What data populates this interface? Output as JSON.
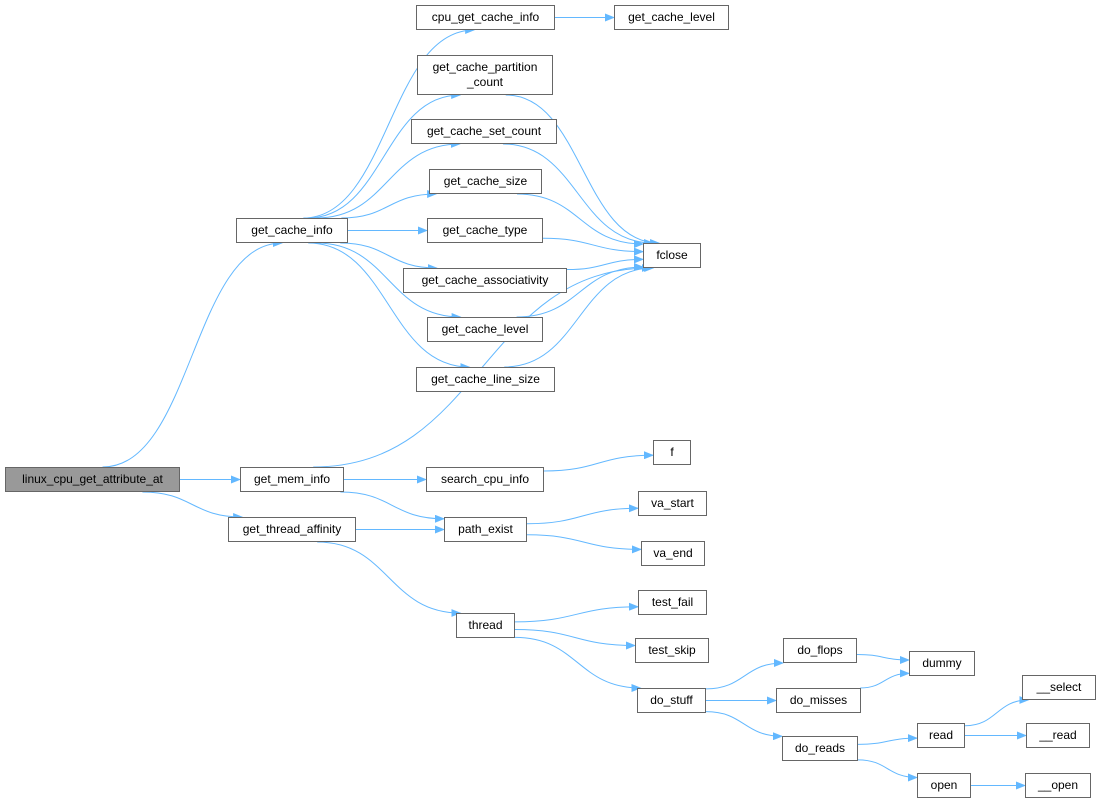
{
  "colors": {
    "edge": "#63b8ff",
    "root_fill": "#999999",
    "node_border": "#666666"
  },
  "nodes": [
    {
      "id": "linux_cpu_get_attribute_at",
      "label": "linux_cpu_get_attribute_at",
      "root": true
    },
    {
      "id": "get_cache_info",
      "label": "get_cache_info"
    },
    {
      "id": "cpu_get_cache_info",
      "label": "cpu_get_cache_info"
    },
    {
      "id": "get_cache_level_a",
      "label": "get_cache_level"
    },
    {
      "id": "get_cache_partition_count",
      "label": "get_cache_partition\n_count"
    },
    {
      "id": "get_cache_set_count",
      "label": "get_cache_set_count"
    },
    {
      "id": "get_cache_size",
      "label": "get_cache_size"
    },
    {
      "id": "get_cache_type",
      "label": "get_cache_type"
    },
    {
      "id": "get_cache_associativity",
      "label": "get_cache_associativity"
    },
    {
      "id": "get_cache_level_b",
      "label": "get_cache_level"
    },
    {
      "id": "get_cache_line_size",
      "label": "get_cache_line_size"
    },
    {
      "id": "fclose",
      "label": "fclose"
    },
    {
      "id": "get_mem_info",
      "label": "get_mem_info"
    },
    {
      "id": "search_cpu_info",
      "label": "search_cpu_info"
    },
    {
      "id": "f",
      "label": "f"
    },
    {
      "id": "get_thread_affinity",
      "label": "get_thread_affinity"
    },
    {
      "id": "path_exist",
      "label": "path_exist"
    },
    {
      "id": "va_start",
      "label": "va_start"
    },
    {
      "id": "va_end",
      "label": "va_end"
    },
    {
      "id": "thread",
      "label": "thread"
    },
    {
      "id": "test_fail",
      "label": "test_fail"
    },
    {
      "id": "test_skip",
      "label": "test_skip"
    },
    {
      "id": "do_stuff",
      "label": "do_stuff"
    },
    {
      "id": "do_flops",
      "label": "do_flops"
    },
    {
      "id": "do_misses",
      "label": "do_misses"
    },
    {
      "id": "dummy",
      "label": "dummy"
    },
    {
      "id": "do_reads",
      "label": "do_reads"
    },
    {
      "id": "read",
      "label": "read"
    },
    {
      "id": "__select",
      "label": "__select"
    },
    {
      "id": "__read",
      "label": "__read"
    },
    {
      "id": "open",
      "label": "open"
    },
    {
      "id": "__open",
      "label": "__open"
    }
  ],
  "edges": [
    [
      "linux_cpu_get_attribute_at",
      "get_cache_info"
    ],
    [
      "linux_cpu_get_attribute_at",
      "get_mem_info"
    ],
    [
      "linux_cpu_get_attribute_at",
      "get_thread_affinity"
    ],
    [
      "get_cache_info",
      "cpu_get_cache_info"
    ],
    [
      "get_cache_info",
      "get_cache_partition_count"
    ],
    [
      "get_cache_info",
      "get_cache_set_count"
    ],
    [
      "get_cache_info",
      "get_cache_size"
    ],
    [
      "get_cache_info",
      "get_cache_type"
    ],
    [
      "get_cache_info",
      "get_cache_associativity"
    ],
    [
      "get_cache_info",
      "get_cache_level_b"
    ],
    [
      "get_cache_info",
      "get_cache_line_size"
    ],
    [
      "cpu_get_cache_info",
      "get_cache_level_a"
    ],
    [
      "get_cache_partition_count",
      "fclose"
    ],
    [
      "get_cache_set_count",
      "fclose"
    ],
    [
      "get_cache_size",
      "fclose"
    ],
    [
      "get_cache_type",
      "fclose"
    ],
    [
      "get_cache_associativity",
      "fclose"
    ],
    [
      "get_cache_level_b",
      "fclose"
    ],
    [
      "get_cache_line_size",
      "fclose"
    ],
    [
      "get_mem_info",
      "fclose"
    ],
    [
      "get_mem_info",
      "search_cpu_info"
    ],
    [
      "get_mem_info",
      "path_exist"
    ],
    [
      "search_cpu_info",
      "f"
    ],
    [
      "get_thread_affinity",
      "path_exist"
    ],
    [
      "get_thread_affinity",
      "thread"
    ],
    [
      "path_exist",
      "va_start"
    ],
    [
      "path_exist",
      "va_end"
    ],
    [
      "thread",
      "test_fail"
    ],
    [
      "thread",
      "test_skip"
    ],
    [
      "thread",
      "do_stuff"
    ],
    [
      "do_stuff",
      "do_flops"
    ],
    [
      "do_stuff",
      "do_misses"
    ],
    [
      "do_stuff",
      "do_reads"
    ],
    [
      "do_flops",
      "dummy"
    ],
    [
      "do_misses",
      "dummy"
    ],
    [
      "do_reads",
      "read"
    ],
    [
      "do_reads",
      "open"
    ],
    [
      "read",
      "__select"
    ],
    [
      "read",
      "__read"
    ],
    [
      "open",
      "__open"
    ]
  ]
}
